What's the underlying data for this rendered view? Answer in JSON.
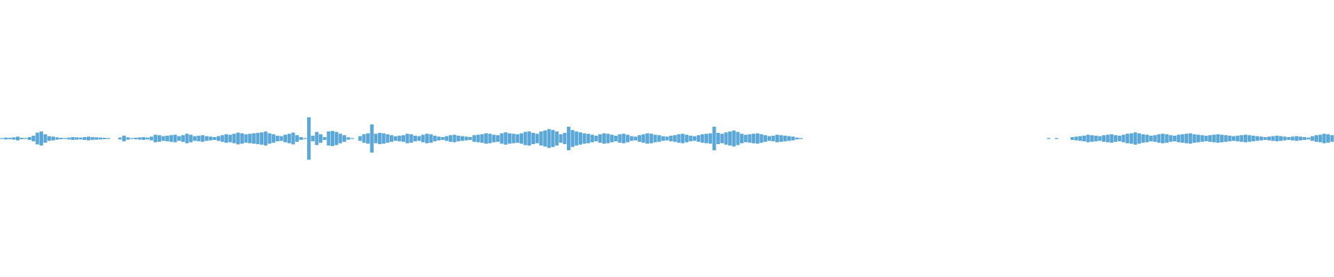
{
  "waveform": {
    "color": "#5aa7d8",
    "background": "#ffffff",
    "segments_ms_note": "",
    "peaks": [
      0.02,
      0.04,
      0.03,
      0.05,
      0.08,
      0.03,
      0.02,
      0.06,
      0.12,
      0.25,
      0.3,
      0.18,
      0.1,
      0.08,
      0.05,
      0.03,
      0.02,
      0.04,
      0.06,
      0.05,
      0.04,
      0.06,
      0.08,
      0.06,
      0.05,
      0.04,
      0.03,
      0.02,
      0.0,
      0.0,
      0.04,
      0.12,
      0.05,
      0.02,
      0.03,
      0.05,
      0.06,
      0.04,
      0.08,
      0.16,
      0.14,
      0.1,
      0.12,
      0.14,
      0.16,
      0.1,
      0.14,
      0.2,
      0.16,
      0.1,
      0.12,
      0.14,
      0.1,
      0.08,
      0.06,
      0.1,
      0.14,
      0.18,
      0.16,
      0.2,
      0.25,
      0.22,
      0.18,
      0.2,
      0.22,
      0.24,
      0.26,
      0.3,
      0.22,
      0.18,
      0.12,
      0.1,
      0.16,
      0.2,
      0.25,
      0.14,
      0.06,
      0.02,
      0.9,
      0.12,
      0.28,
      0.18,
      0.06,
      0.3,
      0.32,
      0.28,
      0.2,
      0.14,
      0.05,
      0.02,
      0.0,
      0.1,
      0.18,
      0.22,
      0.6,
      0.2,
      0.24,
      0.22,
      0.18,
      0.14,
      0.1,
      0.12,
      0.14,
      0.2,
      0.18,
      0.12,
      0.1,
      0.16,
      0.2,
      0.18,
      0.12,
      0.08,
      0.06,
      0.1,
      0.14,
      0.16,
      0.12,
      0.1,
      0.08,
      0.06,
      0.14,
      0.16,
      0.18,
      0.22,
      0.2,
      0.16,
      0.14,
      0.22,
      0.26,
      0.22,
      0.2,
      0.18,
      0.22,
      0.28,
      0.3,
      0.24,
      0.2,
      0.3,
      0.34,
      0.4,
      0.36,
      0.3,
      0.18,
      0.24,
      0.5,
      0.36,
      0.3,
      0.26,
      0.22,
      0.2,
      0.16,
      0.12,
      0.18,
      0.22,
      0.2,
      0.16,
      0.12,
      0.18,
      0.2,
      0.16,
      0.1,
      0.08,
      0.14,
      0.18,
      0.22,
      0.2,
      0.16,
      0.14,
      0.1,
      0.08,
      0.12,
      0.14,
      0.18,
      0.2,
      0.16,
      0.12,
      0.1,
      0.14,
      0.18,
      0.2,
      0.22,
      0.5,
      0.24,
      0.2,
      0.26,
      0.3,
      0.34,
      0.28,
      0.2,
      0.16,
      0.18,
      0.2,
      0.22,
      0.18,
      0.14,
      0.1,
      0.12,
      0.16,
      0.14,
      0.12,
      0.1,
      0.08,
      0.04,
      0.02,
      0.0,
      0.0,
      0.0,
      0.0,
      0.0,
      0.0,
      0.0,
      0.0,
      0.0,
      0.0,
      0.0,
      0.0,
      0.0,
      0.0,
      0.0,
      0.0,
      0.0,
      0.0,
      0.0,
      0.0,
      0.0,
      0.0,
      0.0,
      0.0,
      0.0,
      0.0,
      0.0,
      0.0,
      0.0,
      0.0,
      0.0,
      0.0,
      0.0,
      0.0,
      0.0,
      0.0,
      0.0,
      0.0,
      0.0,
      0.0,
      0.0,
      0.0,
      0.0,
      0.0,
      0.0,
      0.0,
      0.0,
      0.0,
      0.0,
      0.0,
      0.0,
      0.0,
      0.0,
      0.0,
      0.0,
      0.0,
      0.0,
      0.0,
      0.0,
      0.0,
      0.0,
      0.0,
      0.02,
      0.0,
      0.02,
      0.0,
      0.0,
      0.0,
      0.06,
      0.08,
      0.1,
      0.12,
      0.16,
      0.14,
      0.12,
      0.1,
      0.14,
      0.16,
      0.18,
      0.14,
      0.12,
      0.16,
      0.2,
      0.22,
      0.26,
      0.22,
      0.18,
      0.16,
      0.12,
      0.14,
      0.18,
      0.2,
      0.18,
      0.14,
      0.12,
      0.16,
      0.18,
      0.2,
      0.22,
      0.18,
      0.16,
      0.14,
      0.12,
      0.14,
      0.16,
      0.18,
      0.16,
      0.14,
      0.12,
      0.1,
      0.12,
      0.14,
      0.16,
      0.14,
      0.12,
      0.1,
      0.08,
      0.06,
      0.08,
      0.1,
      0.12,
      0.1,
      0.08,
      0.06,
      0.08,
      0.1,
      0.08,
      0.06,
      0.04,
      0.1,
      0.14,
      0.16,
      0.2,
      0.18,
      0.14
    ]
  }
}
